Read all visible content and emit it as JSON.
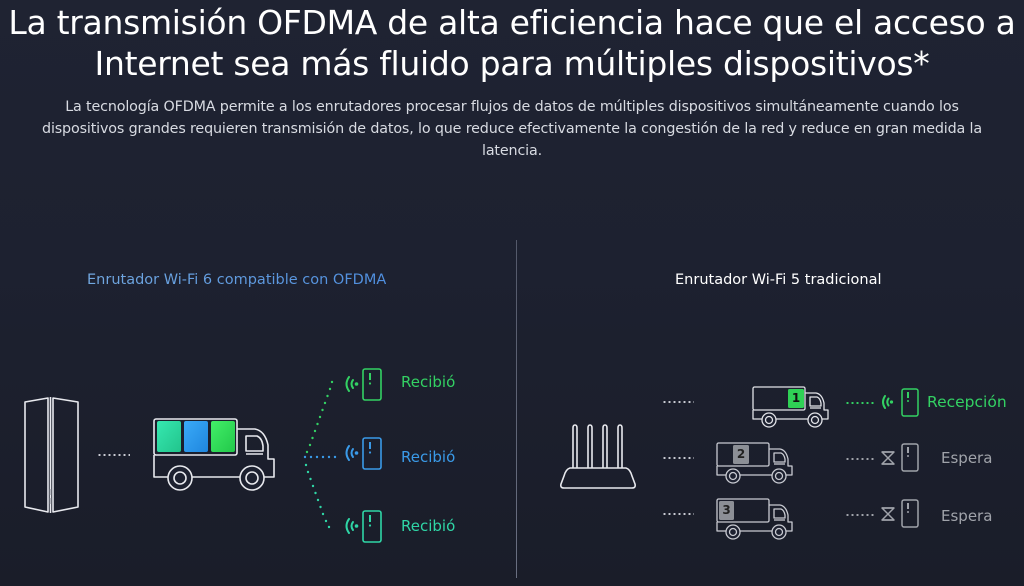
{
  "headline": {
    "line1": "La transmisión OFDMA de alta eficiencia hace que el acceso a",
    "line2": "Internet sea más fluido para múltiples dispositivos*"
  },
  "description": {
    "line1": "La tecnología OFDMA permite a los enrutadores procesar flujos de datos de múltiples dispositivos simultáneamente cuando los",
    "line2": "dispositivos grandes requieren transmisión de datos, lo que reduce efectivamente la congestión de la red y reduce en gran medida la",
    "line3": "latencia."
  },
  "left_panel": {
    "title": "Enrutador Wi-Fi 6 compatible con OFDMA",
    "title_color": "#68a0dc",
    "router_icon": "tower-router-icon",
    "truck_icon": "truck-icon",
    "cargo_colors": [
      "#2fdca0",
      "#2f9cf0",
      "#34e060"
    ],
    "devices": [
      {
        "status": "Recibió",
        "color": "#33d163",
        "icon": "wifi-signal-icon"
      },
      {
        "status": "Recibió",
        "color": "#3a9ae8",
        "icon": "wifi-signal-icon"
      },
      {
        "status": "Recibió",
        "color": "#2fd6a6",
        "icon": "wifi-signal-icon"
      }
    ]
  },
  "right_panel": {
    "title": "Enrutador Wi-Fi 5 tradicional",
    "title_color": "#ffffff",
    "router_icon": "antenna-router-icon",
    "trucks": [
      {
        "number": "1",
        "box_color": "#2fd155"
      },
      {
        "number": "2",
        "box_color": "#8c8f96"
      },
      {
        "number": "3",
        "box_color": "#8c8f96"
      }
    ],
    "devices": [
      {
        "status": "Recepción",
        "color": "#33d163",
        "icon": "wifi-signal-icon"
      },
      {
        "status": "Espera",
        "color": "#a0a3aa",
        "icon": "hourglass-icon"
      },
      {
        "status": "Espera",
        "color": "#a0a3aa",
        "icon": "hourglass-icon"
      }
    ]
  }
}
